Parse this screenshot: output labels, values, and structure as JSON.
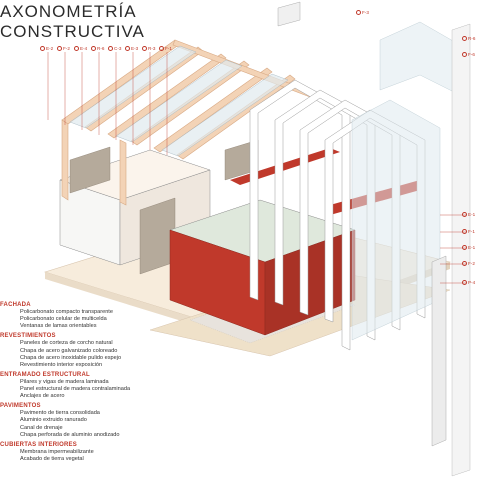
{
  "title": {
    "line1": "AXONOMETRÍA",
    "line2": "CONSTRUCTIVA"
  },
  "tags_top": [
    "E-2",
    "F-2",
    "E-4",
    "R-6",
    "C-3",
    "E-3",
    "R-3",
    "F-1"
  ],
  "tags_right": [
    "F-3",
    "R-6",
    "F-6",
    "E-1",
    "F-1",
    "E-1",
    "F-2",
    "P-4"
  ],
  "legend": [
    {
      "heading": "FACHADA",
      "items": [
        "Policarbonato compacto transparente",
        "Policarbonato celular de multicelda",
        "Ventanas de lamas orientables"
      ]
    },
    {
      "heading": "REVESTIMIENTOS",
      "items": [
        "Paneles de corteza de corcho natural",
        "Chapa de acero galvanizado coloreado",
        "Chapa de acero inoxidable pulido espejo",
        "Revestimiento interior exposición"
      ]
    },
    {
      "heading": "ENTRAMADO ESTRUCTURAL",
      "items": [
        "Pilares y vigas de madera laminada",
        "Panel estructural de madera contralaminada",
        "Anclajes de acero"
      ]
    },
    {
      "heading": "PAVIMENTOS",
      "items": [
        "Pavimento de tierra consolidada",
        "Aluminio extruido ranurado",
        "Canal de drenaje",
        "Chapa perforada de aluminio anodizado"
      ]
    },
    {
      "heading": "CUBIERTAS INTERIORES",
      "items": [
        "Membrana impermeabilizante",
        "Acabado de tierra vegetal"
      ]
    }
  ],
  "colors": {
    "red": "#c0392b",
    "timber": "#f3d3b6",
    "frame": "#ffffff",
    "stone": "#b5aa9b",
    "glass": "#dfe9ee"
  }
}
